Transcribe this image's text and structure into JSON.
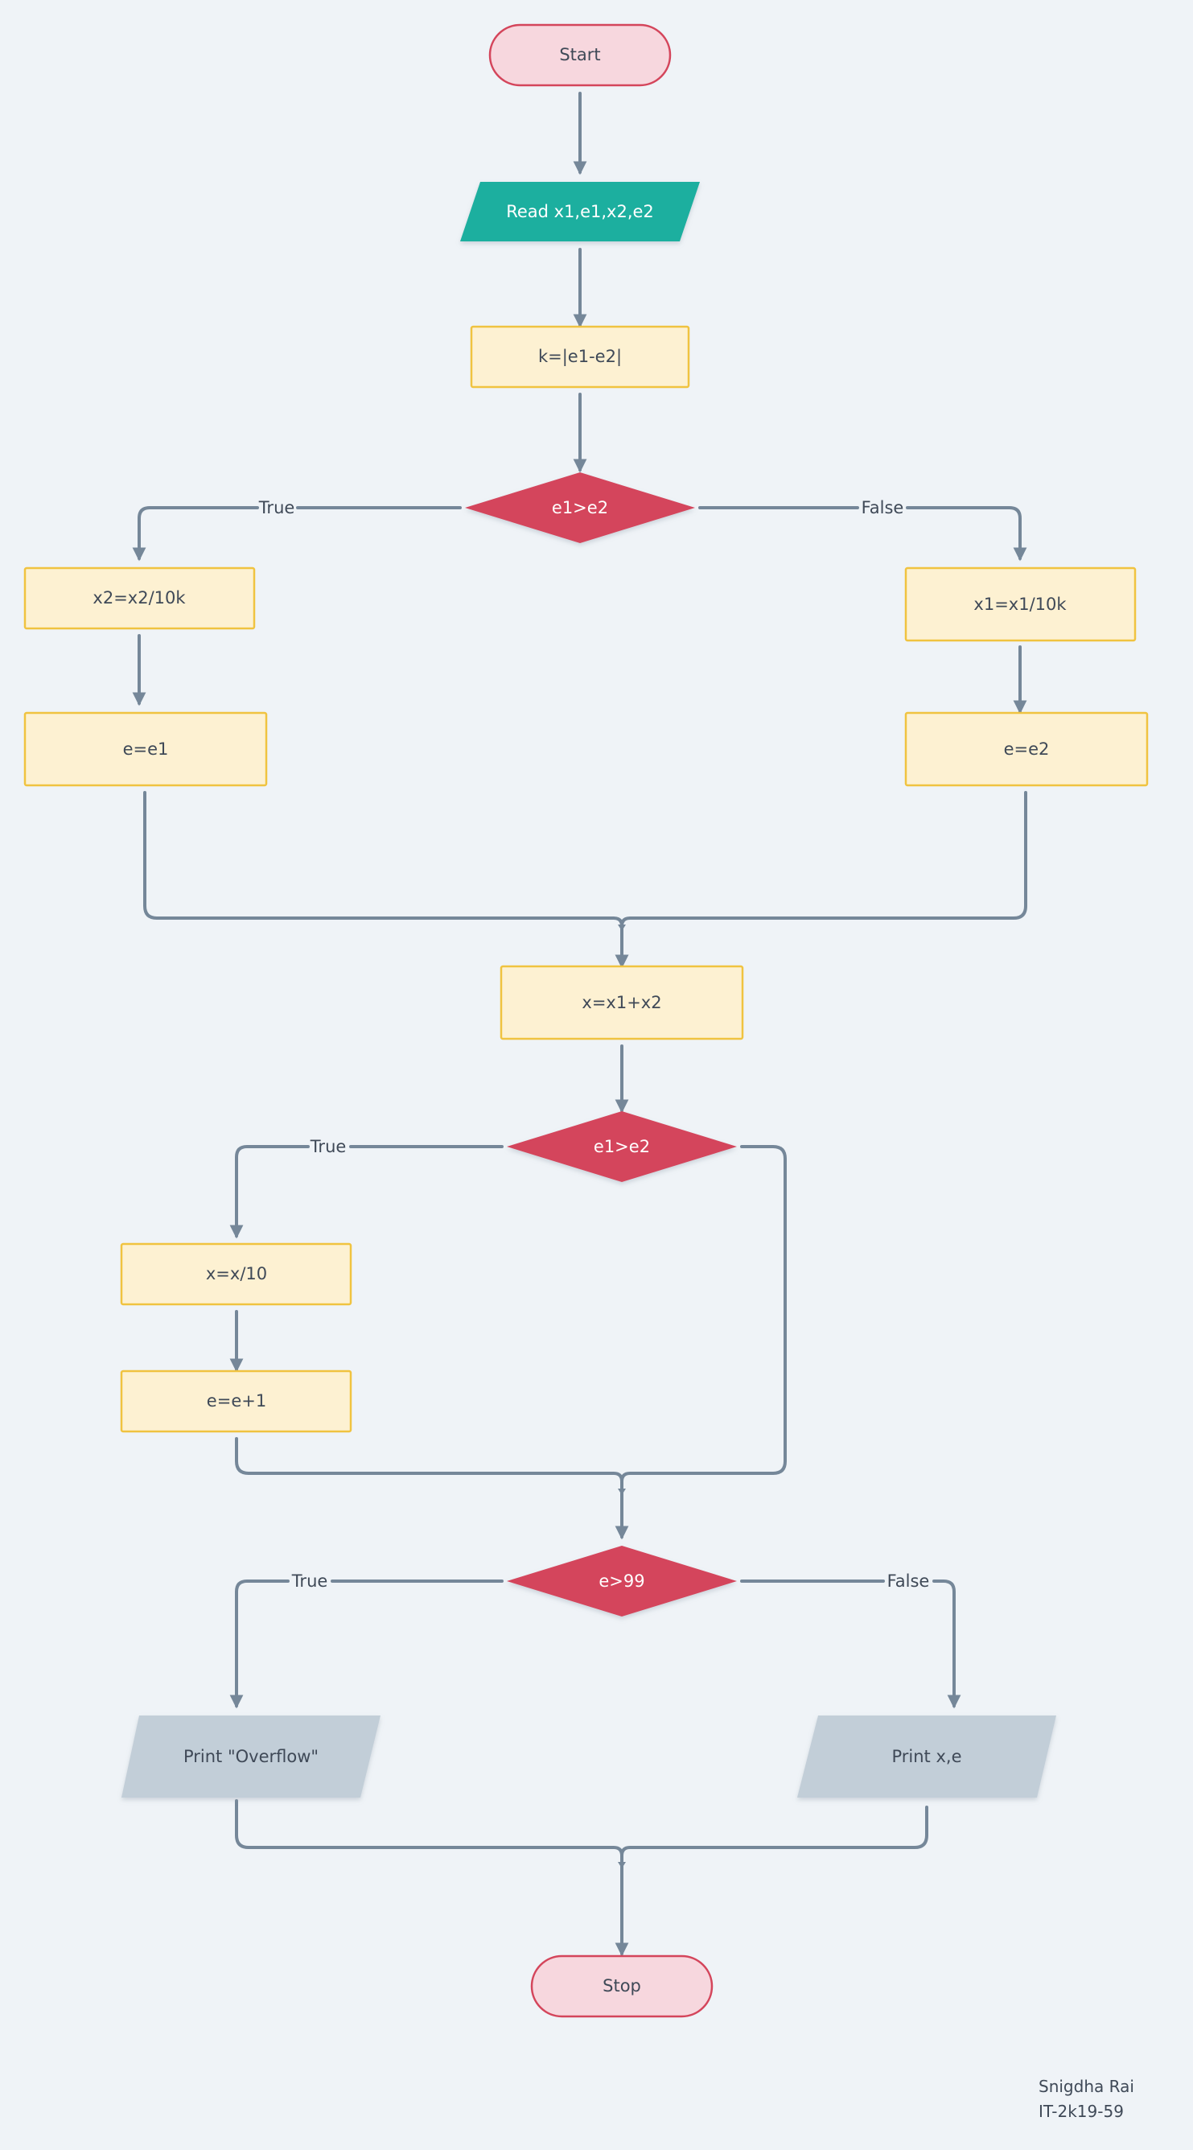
{
  "colors": {
    "background": "#eff3f7",
    "connector": "#758799",
    "terminal_fill": "#f7d7de",
    "terminal_stroke": "#d4455b",
    "io_fill": "#1daf9f",
    "process_fill": "#fdf1d2",
    "process_stroke": "#f0c340",
    "decision_fill": "#d4455b",
    "output_fill": "#c2ced8",
    "text_dark": "#3f4957",
    "text_light": "#ffffff"
  },
  "nodes": {
    "start": "Start",
    "read_input": "Read x1,e1,x2,e2",
    "compute_k": "k=|e1-e2|",
    "decision_1": "e1>e2",
    "shift_x2": "x2=x2/10k",
    "set_e_e1": "e=e1",
    "shift_x1": "x1=x1/10k",
    "set_e_e2": "e=e2",
    "sum_x": "x=x1+x2",
    "decision_2": "e1>e2",
    "normalize_x": "x=x/10",
    "increment_e": "e=e+1",
    "decision_3": "e>99",
    "print_overflow": "Print \"Overflow\"",
    "print_result": "Print x,e",
    "stop": "Stop"
  },
  "edge_labels": {
    "d1_true": "True",
    "d1_false": "False",
    "d2_true": "True",
    "d3_true": "True",
    "d3_false": "False"
  },
  "author": {
    "name": "Snigdha Rai",
    "id": "IT-2k19-59"
  }
}
